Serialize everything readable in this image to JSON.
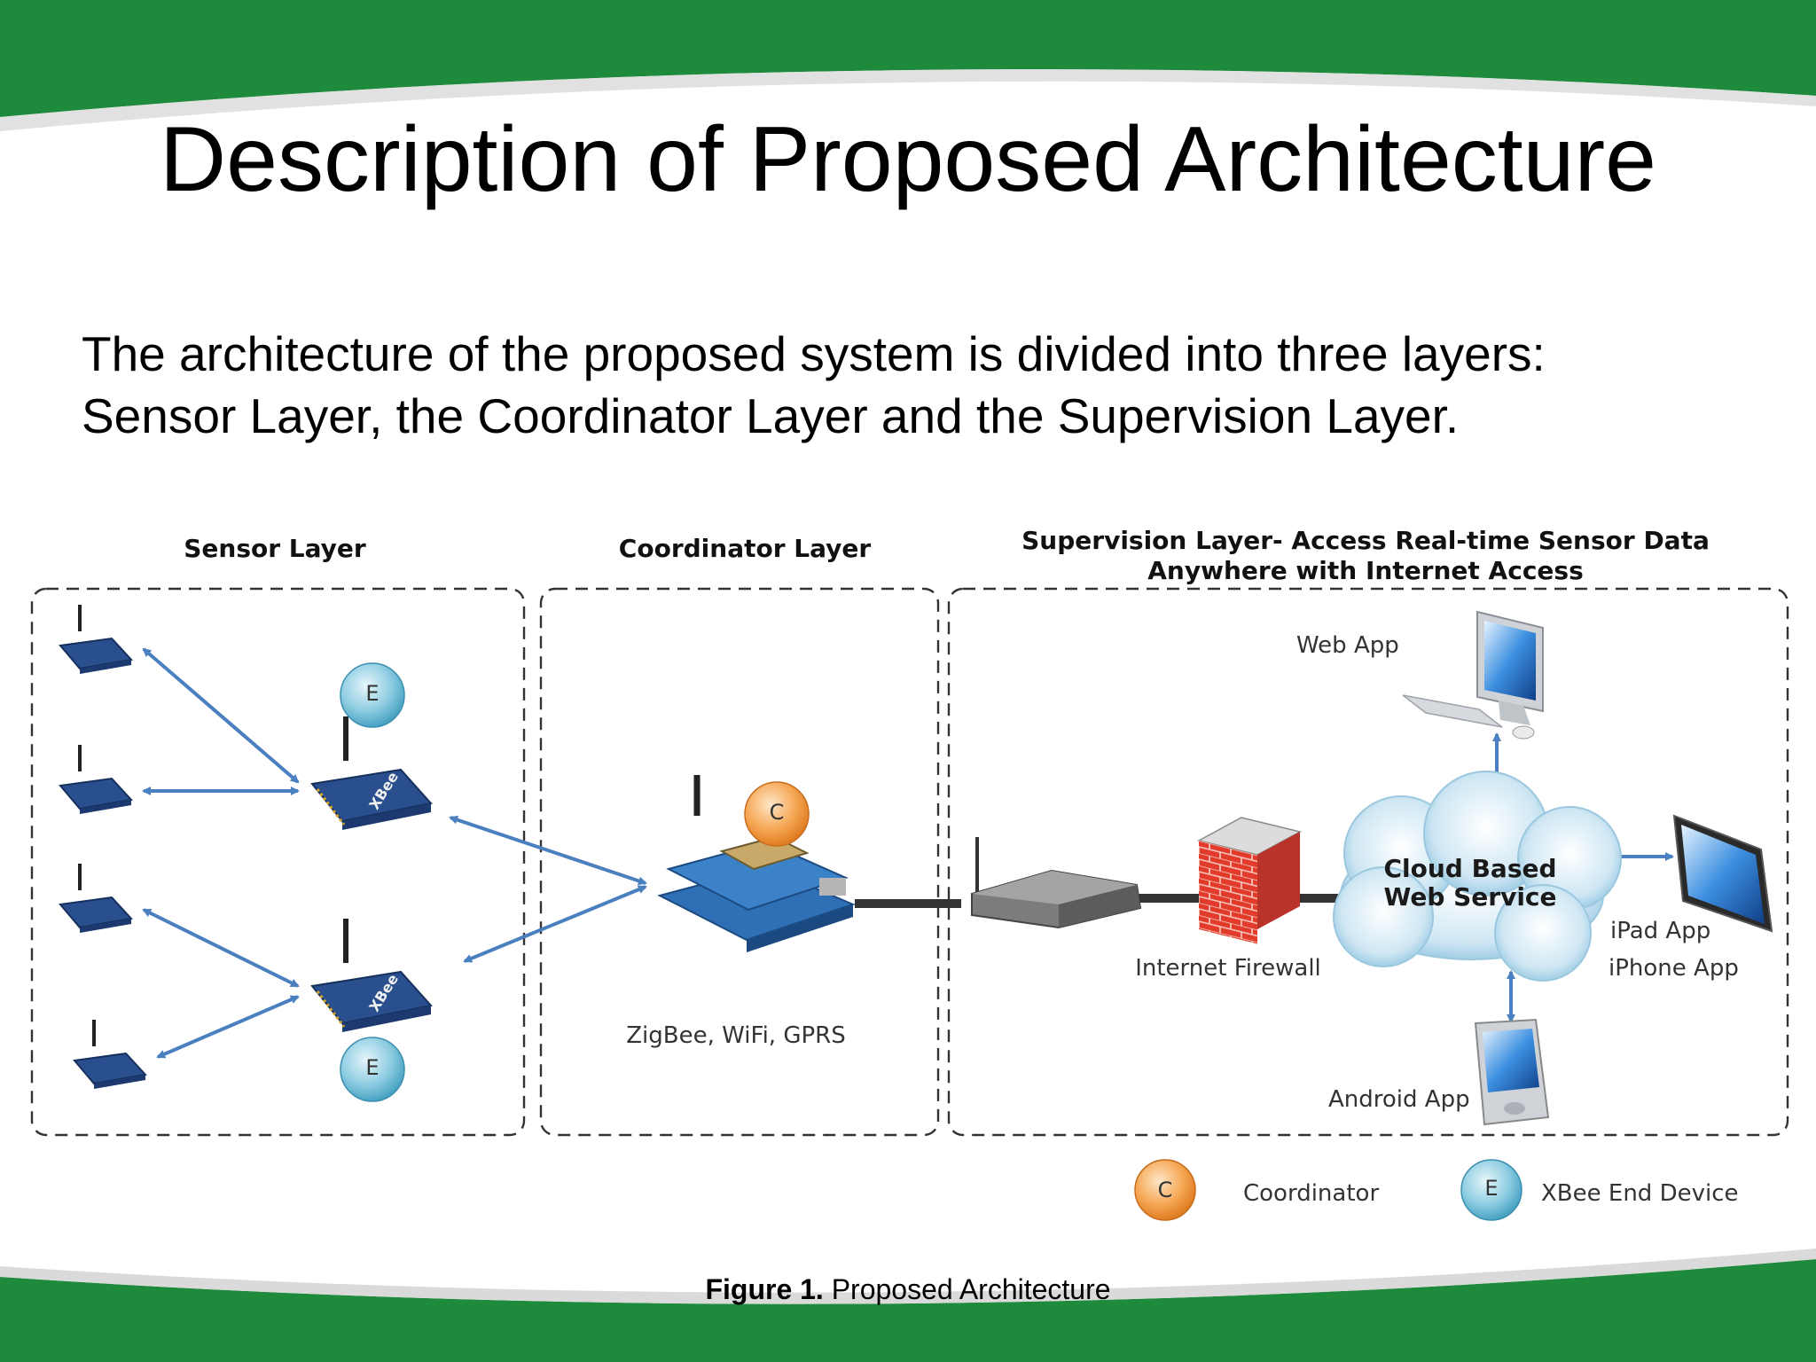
{
  "slide": {
    "title": "Description of Proposed Architecture",
    "body_line1": "The architecture of the proposed system is divided into three layers:",
    "body_line2": "Sensor Layer, the Coordinator Layer and the Supervision Layer."
  },
  "diagram": {
    "layers": {
      "sensor": "Sensor Layer",
      "coordinator": "Coordinator Layer",
      "supervision_line1": "Supervision Layer- Access Real-time Sensor Data",
      "supervision_line2": "Anywhere with Internet Access"
    },
    "badges": {
      "coordinator": "C",
      "end_device": "E"
    },
    "labels": {
      "xbee": "XBee",
      "protocols": "ZigBee, WiFi, GPRS",
      "firewall": "Internet Firewall",
      "cloud_line1": "Cloud Based",
      "cloud_line2": "Web Service",
      "web_app": "Web App",
      "ipad_app": "iPad App",
      "iphone_app": "iPhone App",
      "android_app": "Android App"
    },
    "legend": {
      "coordinator": "Coordinator",
      "end_device": "XBee End Device"
    }
  },
  "caption": {
    "prefix": "Figure 1.",
    "text": "Proposed Architecture"
  },
  "colors": {
    "banner_green": "#1e8a3c",
    "arrow_blue": "#4a7fc0",
    "badge_blue": "#7cc3db",
    "badge_orange": "#f3a04b",
    "xbee_blue": "#2a4f8f"
  }
}
